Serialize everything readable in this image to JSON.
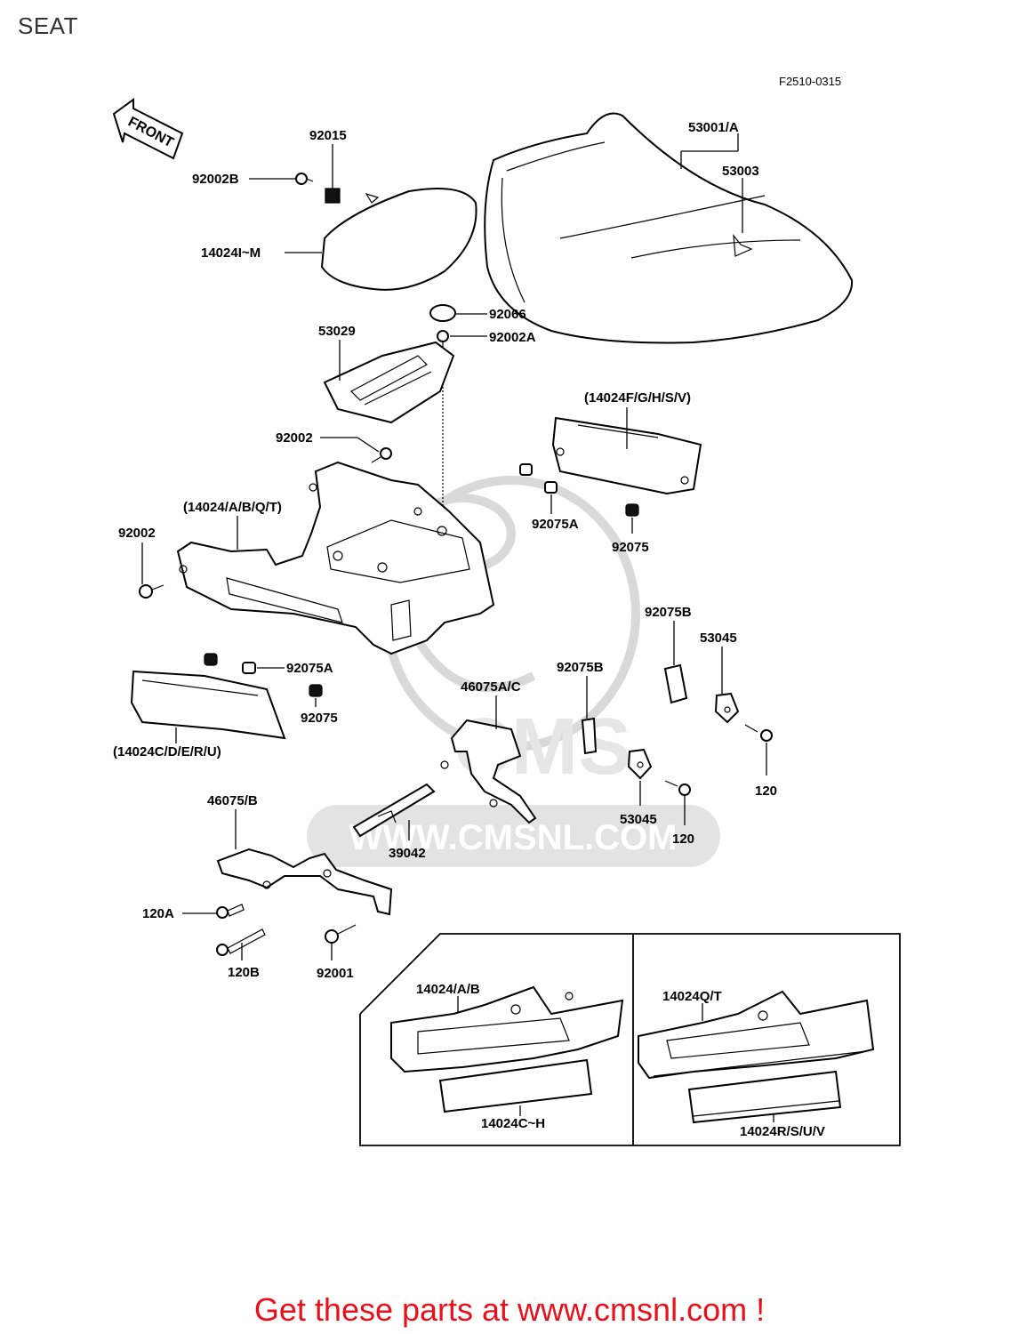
{
  "title": "SEAT",
  "figure_code": "F2510-0315",
  "front_label": "FRONT",
  "watermark_text": "WWW.CMSNL.COM",
  "watermark_logo": "CMS",
  "footer_text": "Get these parts at www.cmsnl.com !",
  "colors": {
    "footer": "#e8101a",
    "line": "#000000",
    "watermark": "#d9d9d9"
  },
  "labels": {
    "p92015": "92015",
    "p92002B": "92002B",
    "p14024IM": "14024I~M",
    "p53001A": "53001/A",
    "p53003": "53003",
    "p92066": "92066",
    "p92002A": "92002A",
    "p53029": "53029",
    "p14024FGHSV": "(14024F/G/H/S/V)",
    "p92002_top": "92002",
    "p14024ABQT": "(14024/A/B/Q/T)",
    "p92002_left": "92002",
    "p92075A_right": "92075A",
    "p92075_right": "92075",
    "p92075B_right": "92075B",
    "p53045_right": "53045",
    "p92075A_left": "92075A",
    "p92075_left": "92075",
    "p46075AC": "46075A/C",
    "p92075B_mid": "92075B",
    "p14024CDERU": "(14024C/D/E/R/U)",
    "p120_right": "120",
    "p46075B": "46075/B",
    "p53045_mid": "53045",
    "p120_mid": "120",
    "p39042": "39042",
    "p120A": "120A",
    "p120B": "120B",
    "p92001": "92001",
    "p14024AB_box": "14024/A/B",
    "p14024QT_box": "14024Q/T",
    "p14024CH_box": "14024C~H",
    "p14024RSUV_box": "14024R/S/U/V"
  }
}
